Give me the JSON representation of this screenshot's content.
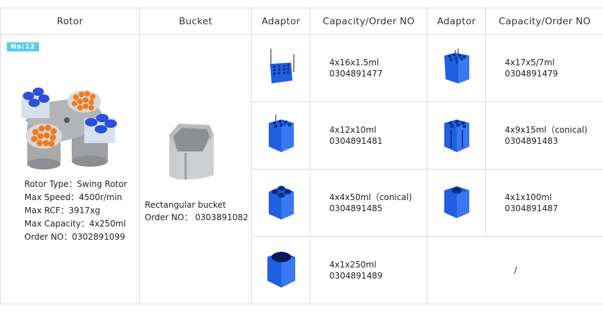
{
  "header": {
    "rotor": "Rotor",
    "bucket": "Bucket",
    "adaptor_1": "Adaptor",
    "capacity_1": "Capacity/Order NO",
    "adaptor_2": "Adaptor",
    "capacity_2": "Capacity/Order NO"
  },
  "rotor": {
    "badge": "No:12",
    "specs": [
      "Rotor Type：Swing Rotor",
      "Max Speed：4500r/min",
      "Max RCF：3917xg",
      "Max Capacity：4x250ml",
      "Order NO：0302891099"
    ]
  },
  "bucket": {
    "name": "Rectangular bucket",
    "order": "Order NO：  0303891082"
  },
  "adaptors": [
    {
      "capacity": "4x16x1.5ml",
      "order": "0304891477",
      "icon": "adaptor-16-hole-icon"
    },
    {
      "capacity": "4x17x5/7ml",
      "order": "0304891479",
      "icon": "adaptor-17-hole-icon"
    },
    {
      "capacity": "4x12x10ml",
      "order": "0304891481",
      "icon": "adaptor-12-hole-icon"
    },
    {
      "capacity": "4x9x15ml（conical)",
      "order": "0304891483",
      "icon": "adaptor-9-hole-icon"
    },
    {
      "capacity": "4x4x50ml（conical)",
      "order": "0304891485",
      "icon": "adaptor-4-hole-icon"
    },
    {
      "capacity": "4x1x100ml",
      "order": "0304891487",
      "icon": "adaptor-1-hole-icon"
    },
    {
      "capacity": "4x1x250ml",
      "order": "0304891489",
      "icon": "adaptor-1-large-hole-icon"
    }
  ],
  "empty_cell": "/",
  "colors": {
    "badge": "#5bc8ee",
    "adaptor_blue": "#1f5fe0",
    "border": "#dcdcdc"
  }
}
